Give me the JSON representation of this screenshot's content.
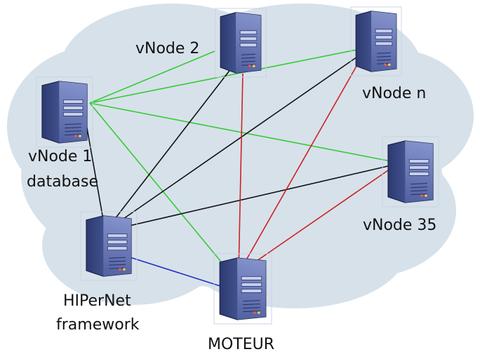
{
  "diagram": {
    "colors": {
      "cloud": "#d7e1ea",
      "server_body": "#3d4f8c",
      "server_face": "#7383bf",
      "link_green": "#33cc33",
      "link_black": "#111111",
      "link_red": "#cc2222",
      "link_blue": "#1f2fc7"
    },
    "nodes": [
      {
        "id": "vnode2",
        "label_lines": [
          "vNode 2"
        ]
      },
      {
        "id": "vnoden",
        "label_lines": [
          "vNode n"
        ]
      },
      {
        "id": "vnode1",
        "label_lines": [
          "vNode 1",
          "database"
        ]
      },
      {
        "id": "vnode35",
        "label_lines": [
          "vNode 35"
        ]
      },
      {
        "id": "hipernet",
        "label_lines": [
          "HIPerNet",
          "framework"
        ]
      },
      {
        "id": "moteur",
        "label_lines": [
          "MOTEUR"
        ]
      }
    ],
    "links": [
      {
        "from": "vnode1",
        "to": "vnode2",
        "color": "green"
      },
      {
        "from": "vnode1",
        "to": "vnoden",
        "color": "green"
      },
      {
        "from": "vnode1",
        "to": "vnode35",
        "color": "green"
      },
      {
        "from": "vnode1",
        "to": "moteur",
        "color": "green"
      },
      {
        "from": "vnode1",
        "to": "hipernet",
        "color": "black"
      },
      {
        "from": "hipernet",
        "to": "vnode2",
        "color": "black"
      },
      {
        "from": "hipernet",
        "to": "vnoden",
        "color": "black"
      },
      {
        "from": "hipernet",
        "to": "vnode35",
        "color": "black"
      },
      {
        "from": "moteur",
        "to": "vnode2",
        "color": "red"
      },
      {
        "from": "moteur",
        "to": "vnoden",
        "color": "red"
      },
      {
        "from": "moteur",
        "to": "vnode35",
        "color": "red"
      },
      {
        "from": "hipernet",
        "to": "moteur",
        "color": "blue"
      }
    ]
  }
}
